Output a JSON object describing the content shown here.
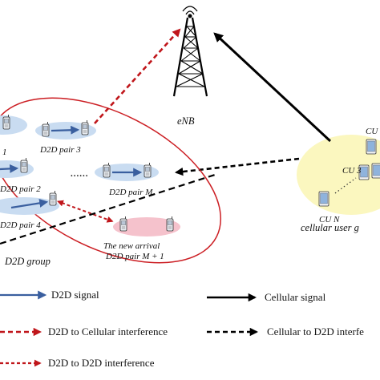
{
  "enb_label": "eNB",
  "cellular_group_label": "cellular user g",
  "d2d_group_label": "D2D group",
  "d2d_pairs": {
    "pair_1": "1",
    "pair_2": "D2D pair 2",
    "pair_3": "D2D pair 3",
    "pair_4": "D2D pair 4",
    "pair_m": "D2D pair M",
    "ellipsis": "......"
  },
  "new_arrival": {
    "line1": "The new arrival",
    "line2": "D2D pair M + 1"
  },
  "cellular_users": {
    "cu_top": "CU",
    "cu_3": "CU 3",
    "cu_n": "CU N"
  },
  "legend": {
    "d2d_signal": "D2D signal",
    "cellular_signal": "Cellular signal",
    "d2d_to_cellular": "D2D to Cellular interference",
    "cellular_to_d2d": "Cellular to D2D interfe",
    "d2d_to_d2d": "D2D to D2D interference"
  },
  "colors": {
    "d2d_signal": "#3a5f9f",
    "interference_red": "#c0161b",
    "cellular": "#000000",
    "pair_ellipse": "#c9dcf1",
    "new_pair_ellipse": "#f5c2cc",
    "cellular_ellipse": "#fbf7bf",
    "group_border": "#cc1f24"
  }
}
